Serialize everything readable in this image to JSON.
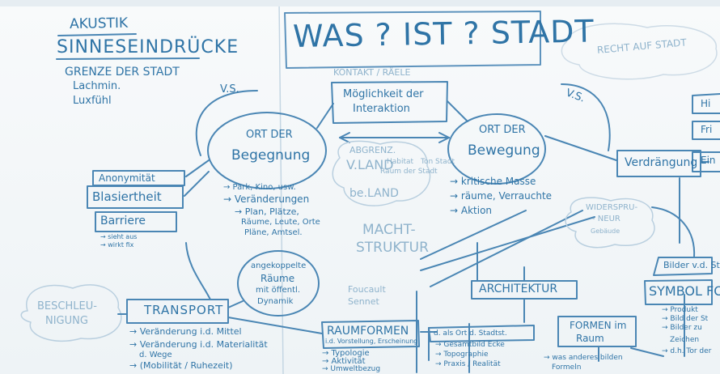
{
  "colors": {
    "ink": "#2f74a6",
    "pale_ink": "#8fb3cc",
    "paper": "#f4f7f9"
  },
  "header": {
    "akustik": "AKUSTIK",
    "sinne": "SINNESEINDRÜCKE",
    "grenze": "GRENZE DER STADT",
    "grenze_sub1": "Lachmin.",
    "grenze_sub2": "Luxfühl",
    "title": "WAS ? IST ? STADT",
    "recht": "RECHT AUF STADT"
  },
  "center": {
    "vs_left": "V.S.",
    "vs_right": "V.S.",
    "kontakt": "KONTAKT / RÄELE",
    "moeglichkeit_1": "Möglichkeit der",
    "moeglichkeit_2": "Interaktion",
    "ort1_a": "ORT DER",
    "ort1_b": "Begegnung",
    "ort2_a": "ORT DER",
    "ort2_b": "Bewegung",
    "grenz": "ABGRENZ.",
    "vland": "V.LAND",
    "vland_sub1": "Habitat",
    "vland_sub2": "Raum der Stadt",
    "beland": "be.LAND",
    "tonstadt": "Ton Stadt",
    "macht1": "MACHT-",
    "macht2": "STRUKTUR",
    "foucault1": "Foucault",
    "foucault2": "Sennet",
    "kritische": "→ kritische Masse",
    "raeume": "→ räume, Verrauchte",
    "aktion": "→ Aktion"
  },
  "left": {
    "anonymitaet": "Anonymität",
    "blasiertheit": "Blasiertheit",
    "barriere": "Barriere",
    "barriere_sub1": "→ sieht aus",
    "barriere_sub2": "→ wirkt fix",
    "note1": "→ Park, Kino, usw.",
    "note2": "→ Veränderungen",
    "note3": "→ Plan, Plätze,",
    "note4": "Räume, Leute, Orte",
    "note5": "Pläne, Amtsel.",
    "anonym1": "angekoppelte",
    "anonym2": "Räume",
    "anonym3": "mit öffentl.",
    "anonym4": "Dynamik",
    "beschleunigung1": "BESCHLEU-",
    "beschleunigung2": "NIGUNG",
    "transport": "TRANSPORT",
    "tr1": "→ Veränderung i.d. Mittel",
    "tr2": "→ Veränderung i.d. Materialität",
    "tr3": "d. Wege",
    "tr4": "→ (Mobilität / Ruhezeit)"
  },
  "bottom": {
    "raumformen": "RAUMFORMEN",
    "raumformen_sub": "i.d. Vorstellung, Erscheinung",
    "typologie": "→ Typologie",
    "aktivitaet": "→ Aktivität",
    "umwelt": "→ Umweltbezug",
    "architektur": "ARCHITEKTUR",
    "stadtstrasse": "d. als Ort d. Stadtst.",
    "str1": "→ Gesamtbild Ecke",
    "str2": "→ Topographie",
    "str3": "→ Praxis / Realität",
    "formen": "FORMEN im",
    "formen2": "Raum",
    "anders": "→ was anderes bilden",
    "anders2": "Formeln"
  },
  "right": {
    "verdraengung": "Verdrängung",
    "widerspruch1": "WIDERSPRU-",
    "widerspruch2": "- NEUR",
    "widerspruch3": "Gebäude",
    "bilder": "Bilder v.d. St",
    "symbol": "SYMBOL FOR",
    "sym1": "→ Produkt",
    "sym2": "→ Bild der St",
    "sym3": "→ Bilder zu",
    "sym4": "Zeichen",
    "sym5": "→ d.h. Tor der",
    "edge1": "Hi",
    "edge2": "Fri",
    "edge3": "Ein"
  }
}
